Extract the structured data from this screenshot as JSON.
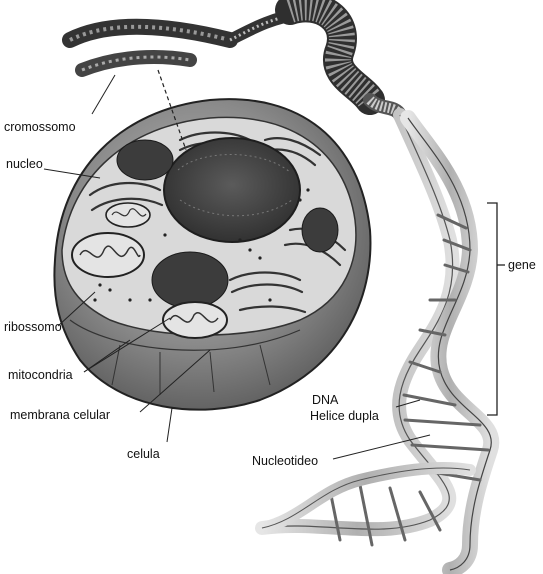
{
  "labels": {
    "cromossomo": "cromossomo",
    "nucleo": "nucleo",
    "ribossomo": "ribossomo",
    "mitocondria": "mitocondria",
    "membrana": "membrana celular",
    "celula": "celula",
    "gene": "gene",
    "dna": "DNA",
    "helice": "Helice dupla",
    "nucleotideo": "Nucleotideo"
  },
  "colors": {
    "ink": "#222222",
    "cell_dark": "#4a4a4a",
    "cell_mid": "#8c8c8c",
    "cell_light": "#cfcfcf",
    "ribbon": "#bdbdbd"
  }
}
